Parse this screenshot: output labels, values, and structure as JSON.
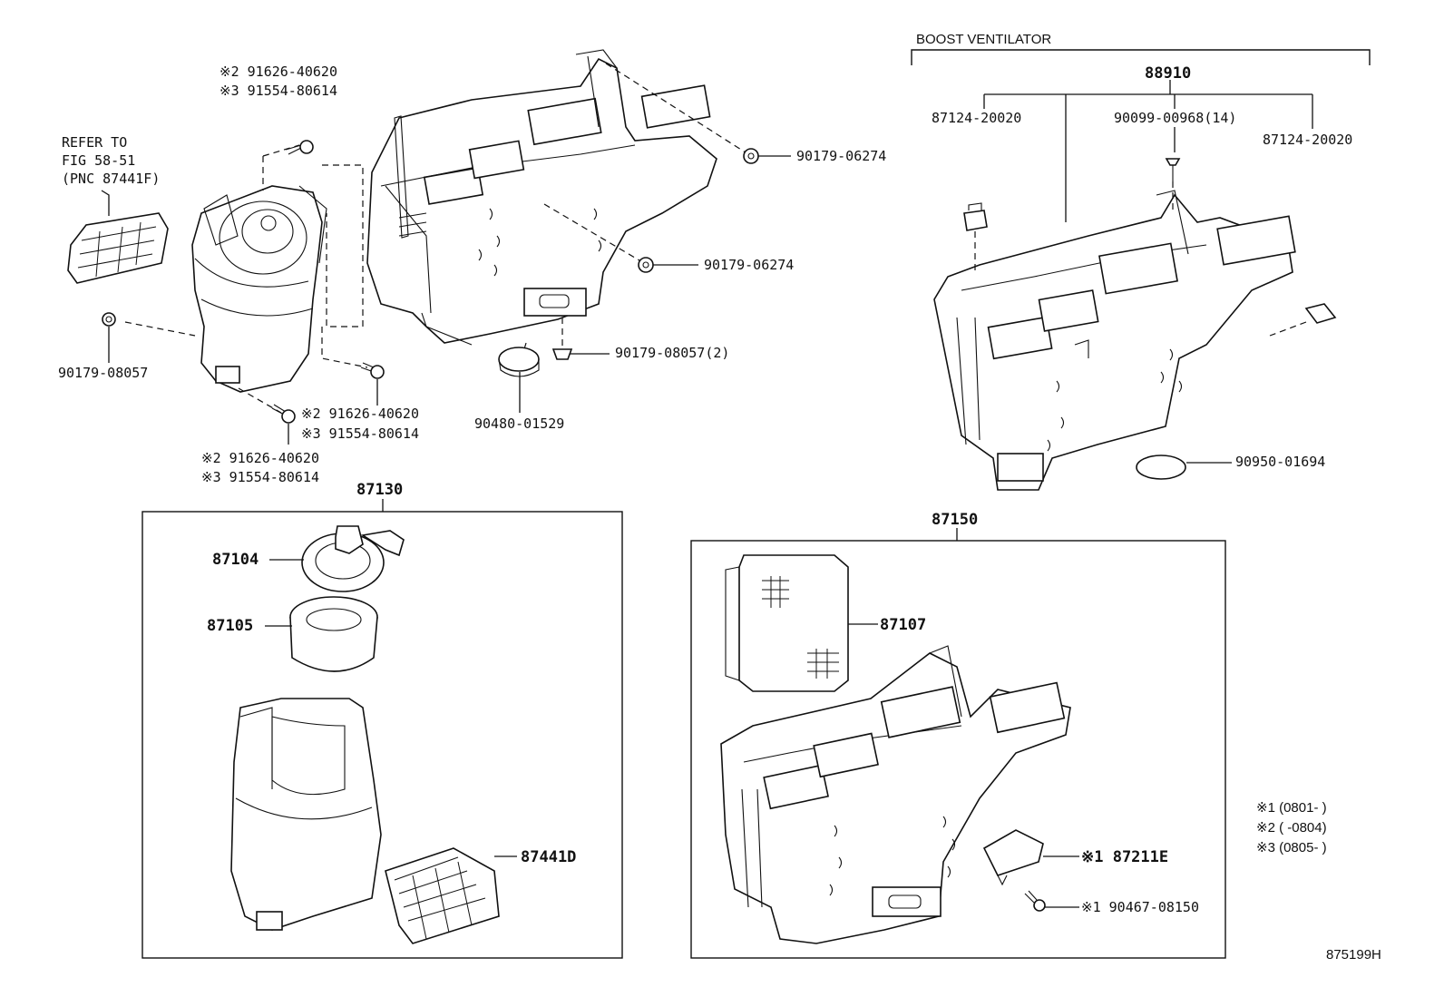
{
  "header": {
    "boost_ventilator": "BOOST VENTILATOR",
    "assembly_88910": "88910"
  },
  "refer": {
    "line1": "REFER TO",
    "line2": "FIG 58-51",
    "line3": "(PNC 87441F)"
  },
  "labels": {
    "screw_top_2": "※2 91626-40620",
    "screw_top_3": "※3 91554-80614",
    "screw_mid_2": "※2 91626-40620",
    "screw_mid_3": "※3 91554-80614",
    "screw_low_2": "※2 91626-40620",
    "screw_low_3": "※3 91554-80614",
    "nut_upper": "90179-06274",
    "nut_middle": "90179-06274",
    "nut_left": "90179-08057",
    "nut_bottom": "90179-08057(2)",
    "grommet": "90480-01529",
    "bv_left": "87124-20020",
    "bv_screw": "90099-00968(14)",
    "bv_right": "87124-20020",
    "bv_cap": "90950-01694",
    "sub_87130": "87130",
    "p87104": "87104",
    "p87105": "87105",
    "p87441d": "87441D",
    "sub_87150": "87150",
    "p87107": "87107",
    "p87211e": "※1 87211E",
    "p90467": "※1 90467-08150",
    "diagram_id": "875199H"
  },
  "legend": [
    "※1 (0801-      )",
    "※2 (      -0804)",
    "※3 (0805-      )"
  ]
}
